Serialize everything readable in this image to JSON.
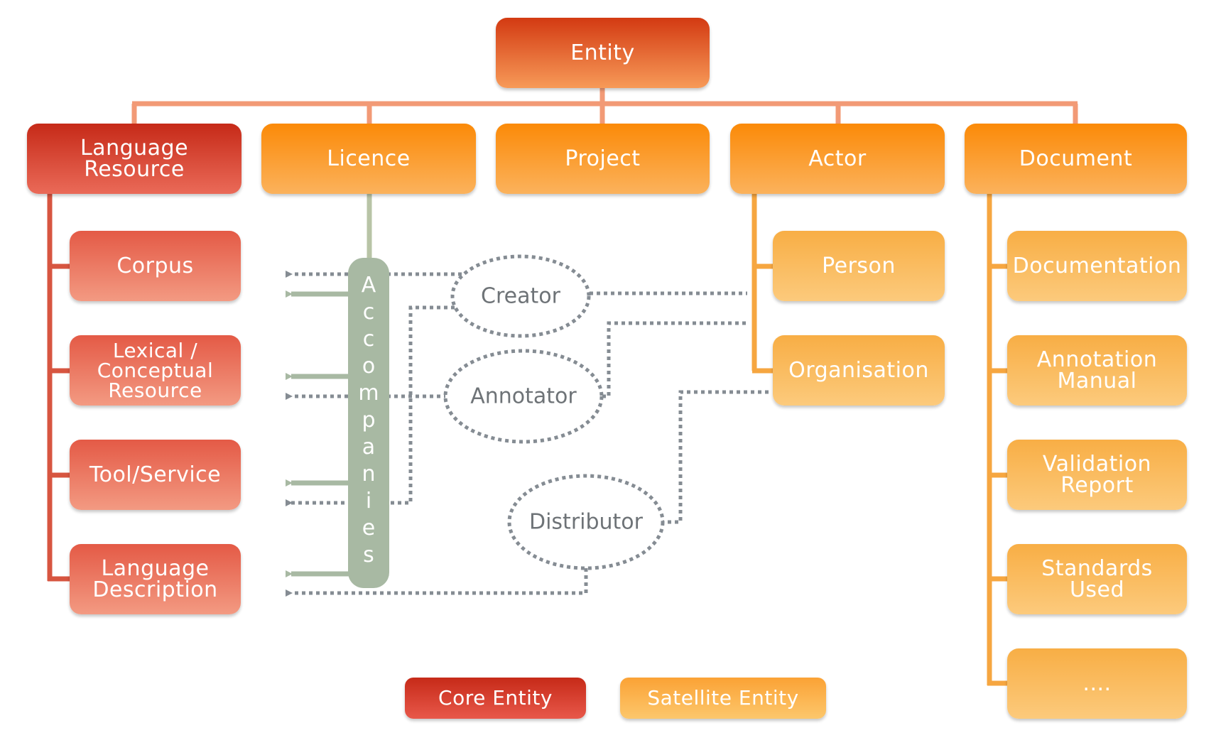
{
  "top": {
    "label": "Entity"
  },
  "children": {
    "language_resource": "Language\nResource",
    "licence": "Licence",
    "project": "Project",
    "actor": "Actor",
    "document": "Document"
  },
  "resource_types": {
    "corpus": "Corpus",
    "lexical": "Lexical /\nConceptual\nResource",
    "tool": "Tool/Service",
    "language_description": "Language\nDescription"
  },
  "actor_types": {
    "person": "Person",
    "organisation": "Organisation"
  },
  "document_types": {
    "documentation": "Documentation",
    "annotation_manual": "Annotation\nManual",
    "validation_report": "Validation\nReport",
    "standards_used": "Standards\nUsed",
    "more": "...."
  },
  "relation": {
    "label": "Accompanies",
    "letters": [
      "A",
      "c",
      "c",
      "o",
      "m",
      "p",
      "a",
      "n",
      "i",
      "e",
      "s"
    ]
  },
  "roles": {
    "creator": "Creator",
    "annotator": "Annotator",
    "distributor": "Distributor"
  },
  "legend": {
    "core": "Core Entity",
    "satellite": "Satellite Entity"
  },
  "colors": {
    "core_entity": "#c62a18",
    "satellite_entity": "#fb9a20",
    "core_child": "#e8604c",
    "satellite_child": "#f9b24e",
    "accompanies": "#a8b9a3",
    "dotted_link": "#858c93"
  }
}
